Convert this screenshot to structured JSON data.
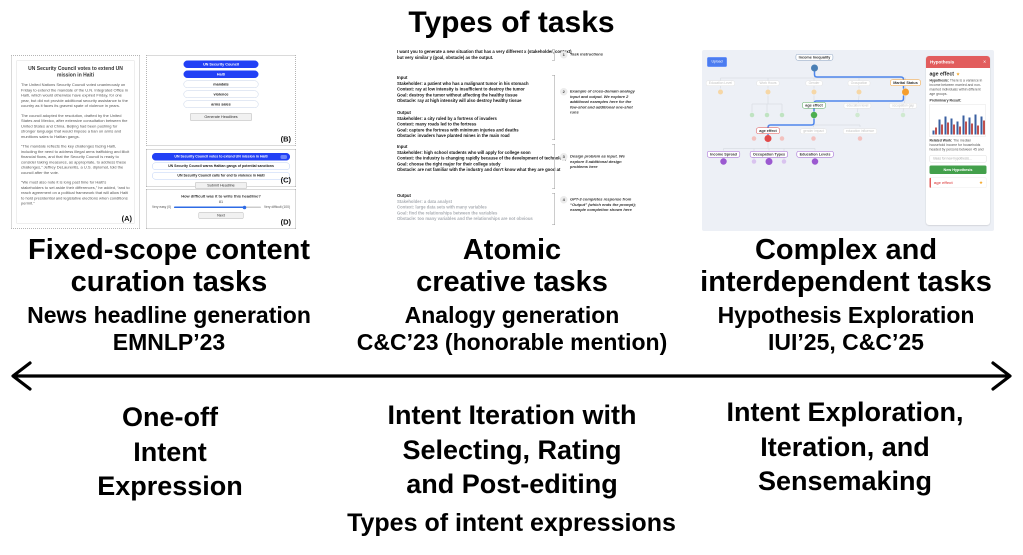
{
  "slide": {
    "top_title": "Types of tasks",
    "bottom_title": "Types of intent expressions"
  },
  "columns": [
    {
      "heading": [
        "Fixed-scope content",
        "curation tasks"
      ],
      "subheading": [
        "News headline generation",
        "EMNLP’23"
      ],
      "axis_label": [
        "One-off",
        "Intent",
        "Expression"
      ]
    },
    {
      "heading": [
        "Atomic",
        "creative tasks"
      ],
      "subheading": [
        "Analogy generation",
        "C&C’23 (honorable mention)"
      ],
      "axis_label": [
        "Intent Iteration with",
        "Selecting, Rating",
        "and Post-editing"
      ]
    },
    {
      "heading": [
        "Complex and",
        "interdependent tasks"
      ],
      "subheading": [
        "Hypothesis Exploration",
        "IUI’25, C&C’25"
      ],
      "axis_label": [
        "Intent Exploration,",
        "Iteration, and",
        "Sensemaking"
      ]
    }
  ],
  "headline_app": {
    "article": {
      "label": "(A)",
      "title": "UN Security Council votes to extend UN mission in Haiti",
      "paragraphs": [
        "The United Nations Security Council voted unanimously on Friday to extend the mandate of the U.N. Integrated Office in Haiti, which would otherwise have expired Friday, for one year, but did not provide additional security assistance to the country as it faces its gravest spate of violence in years.",
        "The council adopted the resolution, drafted by the United States and Mexico, after extensive consultation between the United States and China. Beijing had been pushing for stronger language that would impose a ban on arms and munitions sales to Haitian gangs.",
        "“The mandate reflects the key challenges facing Haiti, including the need to address illegal arms trafficking and illicit financial flows, and that the Security Council is ready to consider taking measures, as appropriate, to address these challenges,” Jeffrey DeLaurentis, a U.S. diplomat, told the council after the vote.",
        "“We must also note it is long past time for Haiti’s stakeholders to set aside their differences,” he added, “and to reach agreement on a political framework that will allow Haiti to hold presidential and legislative elections when conditions permit.”"
      ]
    },
    "keywords": {
      "label": "(B)",
      "items": [
        "UN Security Council",
        "Haiti",
        "mandate",
        "violence",
        "arms sales"
      ],
      "generate_button": "Generate Headlines"
    },
    "headlines": {
      "label": "(C)",
      "items": [
        "UN Security Council votes to extend UN mission in Haiti",
        "UN Security Council warns Haitian gangs of potential sanctions",
        "UN Security Council calls for end to violence in Haiti"
      ],
      "submit_button": "Submit Headline"
    },
    "rating": {
      "label": "(D)",
      "question": "How difficult was it to write this headline?",
      "value": "81",
      "min_label": "Very easy (0)",
      "max_label": "Very difficult (100)",
      "next_button": "Next"
    }
  },
  "analogy_prompt": {
    "instruction": "I want you to generate a new situation that has a very different x (stakeholder, context) but very similar y (goal, obstacle) as the output.",
    "blocks": [
      {
        "label": "Input",
        "lines": [
          "Stakeholder: a patient who has a malignant tumor in his stomach",
          "Context: ray at low intensity is insufficient to destroy the tumor",
          "Goal: destroy the tumor without affecting the healthy tissue",
          "Obstacle: ray at high intensity will also destroy healthy tissue"
        ]
      },
      {
        "label": "Output",
        "lines": [
          "Stakeholder: a city ruled by a fortress of invaders",
          "Context: many roads led to the fortress",
          "Goal: capture the fortress with minimum injuries and deaths",
          "Obstacle: invaders have planted mines in the main road"
        ]
      },
      {
        "label": "Input",
        "lines": [
          "Stakeholder: high school students who will apply for college soon",
          "Context: the industry is changing rapidly because of the development of technology",
          "Goal: choose the right major for their college study",
          "Obstacle: are not familiar with the industry and don’t know what they are good at"
        ]
      },
      {
        "label": "Output",
        "lines": [
          "Stakeholder: a data analyst",
          "Context: large data sets with many variables",
          "Goal: find the relationships between the variables",
          "Obstacle: too many variables and the relationships are not obvious"
        ]
      }
    ],
    "annotations": [
      {
        "num": "1",
        "text": "Task instructions"
      },
      {
        "num": "2",
        "text": "Example of cross-domain analogy input and output. We explore 2 additional examples here for the few-shot and additional one-shot runs"
      },
      {
        "num": "3",
        "text": "Design problem as input. We explore 5 additional design problems here"
      },
      {
        "num": "4",
        "text": "GPT-3 completes response from “Output” (which ends the prompt); example completion shown here"
      }
    ]
  },
  "hypothesis_app": {
    "upload_button": "Upload",
    "graph": {
      "root": "Income Inequality",
      "row2": [
        "Education Level",
        "Work Hours",
        "Gender",
        "Occupation",
        "Marital Status"
      ],
      "row3": [
        "age effect",
        "education level",
        "occupation gap"
      ],
      "row4": [
        "age effect",
        "gender impact",
        "education influence"
      ],
      "row5": [
        "Income Spread",
        "Occupation Types",
        "Education Levels"
      ]
    },
    "sidebar": {
      "header": "Hypothesis",
      "close_icon": "×",
      "title": "age effect",
      "star_icon": "★",
      "hypothesis_label": "Hypothesis:",
      "hypothesis_text": "There is a variance in income between married and non-married individuals within different age groups.",
      "result_label": "Preliminary Result:",
      "related_label": "Related Work:",
      "related_text": "The median household income for households headed by persons between 45 and",
      "input_placeholder": "Ideas for new hypothesis...",
      "new_hypothesis_button": "New Hypothesis",
      "list_item": "age effect"
    },
    "chart": {
      "pairs": [
        [
          8,
          14
        ],
        [
          30,
          20
        ],
        [
          36,
          24
        ],
        [
          32,
          20
        ],
        [
          26,
          16
        ],
        [
          38,
          26
        ],
        [
          34,
          22
        ],
        [
          40,
          18
        ],
        [
          36,
          28
        ]
      ]
    }
  }
}
